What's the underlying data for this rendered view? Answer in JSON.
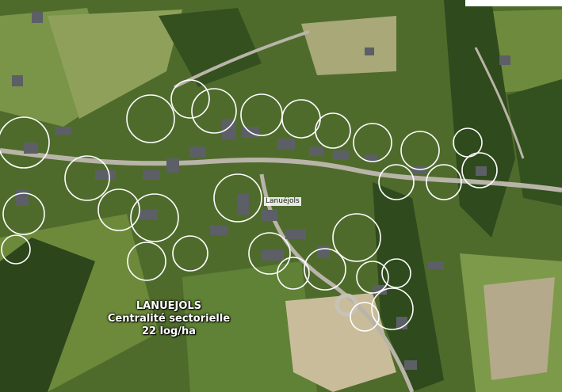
{
  "map": {
    "place_label": "Lanuéjols",
    "caption": {
      "line1": "LANUEJOLS",
      "line2": "Centralité sectorielle",
      "line3": "22 log/ha"
    },
    "colors": {
      "buffer_outline": "#ffffff",
      "caption_text": "#ffffff",
      "vegetation_dark": "#2f4a1c",
      "vegetation_light": "#6f8a3f",
      "roofs": "#5c5f66",
      "roads": "#b9b4a8"
    }
  }
}
